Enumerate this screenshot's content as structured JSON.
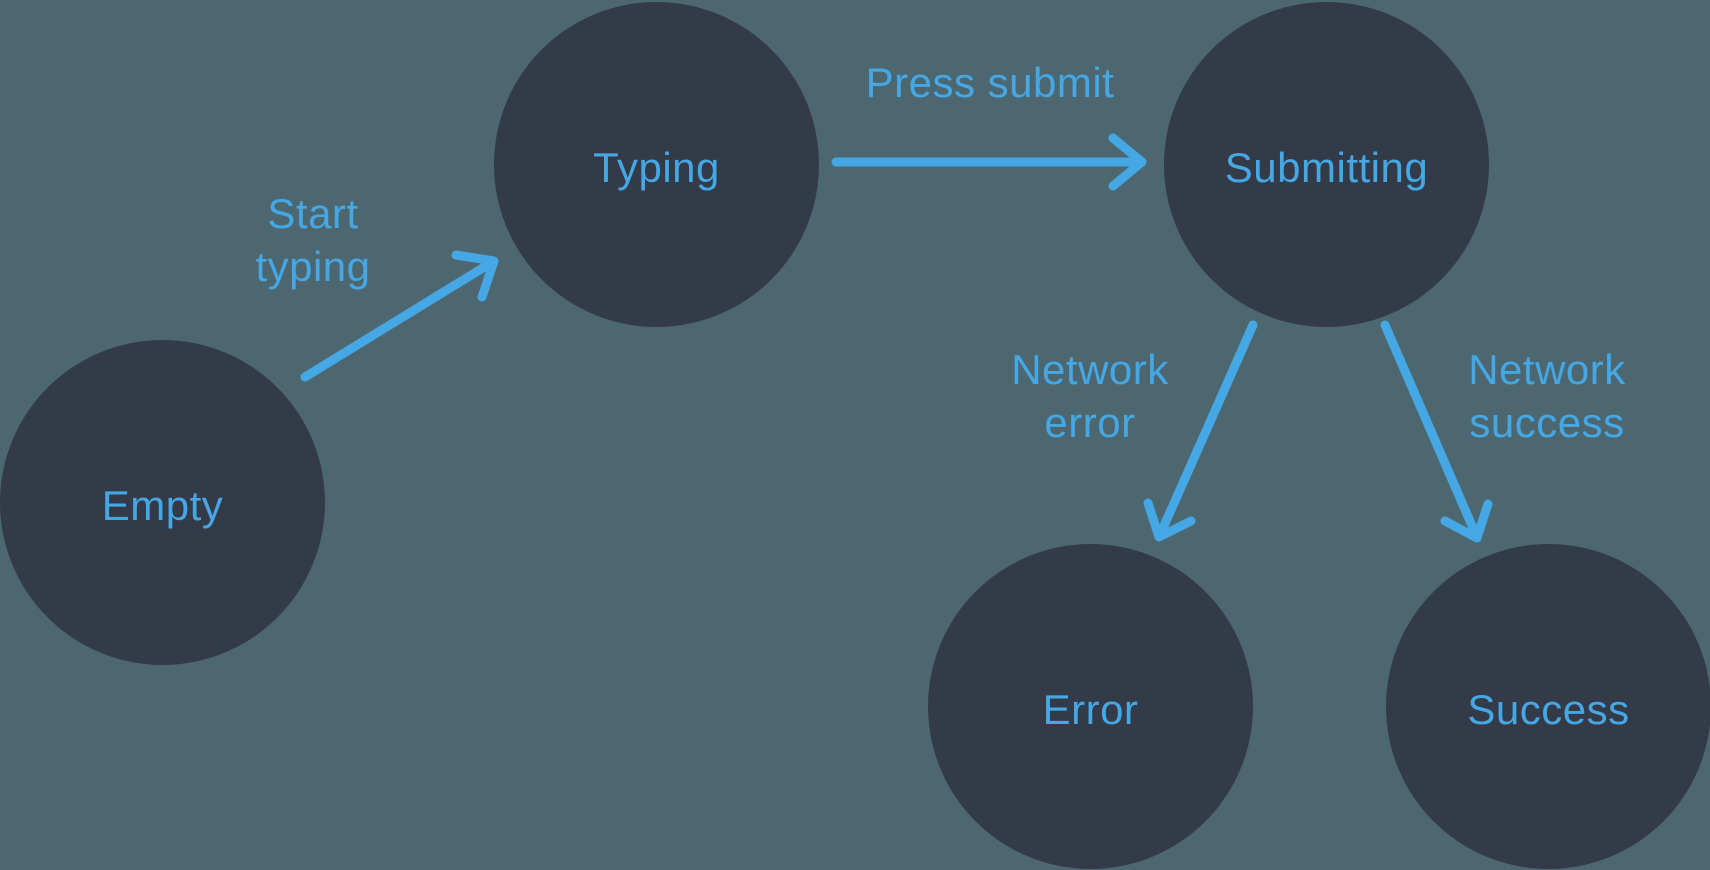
{
  "colors": {
    "background": "#4d6771",
    "node_fill": "#333a48",
    "accent": "#45a7e3"
  },
  "diagram": {
    "type": "state-machine",
    "states": [
      {
        "id": "empty",
        "label": "Empty"
      },
      {
        "id": "typing",
        "label": "Typing"
      },
      {
        "id": "submitting",
        "label": "Submitting"
      },
      {
        "id": "error",
        "label": "Error"
      },
      {
        "id": "success",
        "label": "Success"
      }
    ],
    "transitions": [
      {
        "id": "start-typing",
        "label": "Start typing",
        "from": "Empty",
        "to": "Typing"
      },
      {
        "id": "press-submit",
        "label": "Press submit",
        "from": "Typing",
        "to": "Submitting"
      },
      {
        "id": "network-error",
        "label": "Network error",
        "from": "Submitting",
        "to": "Error"
      },
      {
        "id": "network-success",
        "label": "Network success",
        "from": "Submitting",
        "to": "Success"
      }
    ]
  }
}
